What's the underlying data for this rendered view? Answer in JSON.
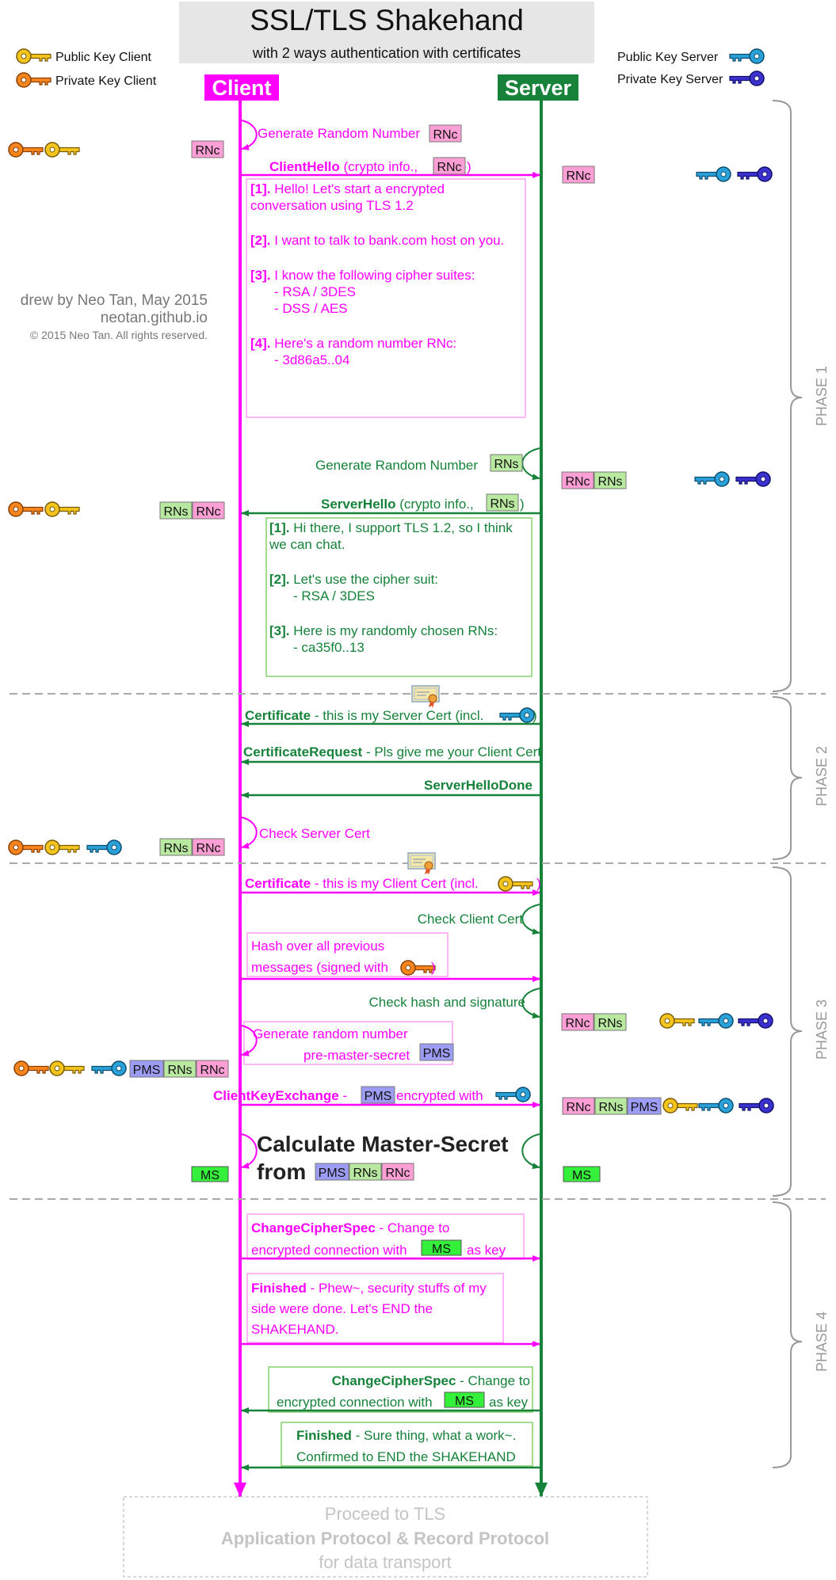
{
  "header": {
    "title": "SSL/TLS Shakehand",
    "subtitle": "with 2 ways authentication with certificates"
  },
  "legend": {
    "client_public": "Public Key Client",
    "client_private": "Private Key Client",
    "server_public": "Public Key Server",
    "server_private": "Private Key Server"
  },
  "actors": {
    "client": "Client",
    "server": "Server"
  },
  "credit": {
    "author": "drew by Neo Tan, May 2015",
    "site": "neotan.github.io",
    "copyright": "© 2015 Neo Tan. All rights reserved."
  },
  "phases": [
    "PHASE 1",
    "PHASE 2",
    "PHASE 3",
    "PHASE 4"
  ],
  "tokens": {
    "rnc": "RNc",
    "rns": "RNs",
    "pms": "PMS",
    "ms": "MS"
  },
  "colors": {
    "client": "#ff00ff",
    "server": "#16823a",
    "rnc_fill": "#ff9fd6",
    "rns_fill": "#b9e9a1",
    "pms_fill": "#9d9cf4",
    "ms_fill": "#35f03a",
    "key_yellow": "#f5c51f",
    "key_orange": "#f7861e",
    "key_lightblue": "#2aa1d8",
    "key_darkblue": "#3b31cf"
  },
  "phase1": {
    "gen_rnc": "Generate Random Number",
    "client_hello_name": "ClientHello",
    "client_hello_rest": " (crypto info.,",
    "close_paren": ")",
    "hello_note": [
      {
        "num": "[1].",
        "text": " Hello! Let's start a encrypted"
      },
      {
        "num": "",
        "text": "conversation using TLS 1.2"
      },
      {
        "num": "[2].",
        "text": " I want to talk to bank.com host on you."
      },
      {
        "num": "[3].",
        "text": " I know the following cipher suites:"
      },
      {
        "num": "",
        "text": "- RSA / 3DES"
      },
      {
        "num": "",
        "text": "- DSS / AES"
      },
      {
        "num": "[4].",
        "text": " Here's a random number RNc:"
      },
      {
        "num": "",
        "text": "- 3d86a5..04"
      }
    ],
    "gen_rns": "Generate Random Number",
    "server_hello_name": "ServerHello",
    "server_hello_rest": " (crypto info.,",
    "server_note": [
      {
        "num": "[1].",
        "text": " Hi there, I support TLS 1.2, so I think"
      },
      {
        "num": "",
        "text": "we can chat."
      },
      {
        "num": "[2].",
        "text": " Let's use the cipher suit:"
      },
      {
        "num": "",
        "text": "- RSA / 3DES"
      },
      {
        "num": "[3].",
        "text": " Here is my randomly chosen RNs:"
      },
      {
        "num": "",
        "text": "- ca35f0..13"
      }
    ]
  },
  "phase2": {
    "cert_name": "Certificate",
    "cert_rest": " - this is my Server Cert (incl.",
    "cert_req_name": "CertificateRequest",
    "cert_req_rest": " - Pls give me your Client Cert",
    "hello_done": "ServerHelloDone",
    "check_server_cert": "Check Server Cert"
  },
  "phase3": {
    "client_cert_name": "Certificate",
    "client_cert_rest": " - this is my Client Cert (incl.",
    "check_client_cert": "Check Client Cert",
    "hash_line1": "Hash over all previous",
    "hash_line2": "messages (signed with",
    "check_hash": "Check hash and signature",
    "gen_pms_line1": "Generate random number",
    "gen_pms_line2": "pre-master-secret",
    "cke_name": "ClientKeyExchange",
    "cke_mid": " - ",
    "cke_rest": " encrypted with",
    "calc_line1": "Calculate Master-Secret",
    "calc_from": "from"
  },
  "phase4": {
    "ccs_name": "ChangeCipherSpec",
    "ccs_rest": " - Change to",
    "ccs_line2": "encrypted connection with",
    "ccs_suffix": "as key",
    "fin_name": "Finished",
    "fin_rest": " - Phew~, security stuffs of my",
    "fin_line2": "side were done. Let's END the",
    "fin_line3": "SHAKEHAND.",
    "sccs_name": "ChangeCipherSpec",
    "sccs_rest": " - Change to",
    "sccs_line2": "encrypted connection with",
    "sccs_suffix": "as key",
    "sfin_name": "Finished",
    "sfin_rest": " - Sure thing, what a work~.",
    "sfin_line2": "Confirmed to END the SHAKEHAND"
  },
  "footer": {
    "line1": "Proceed to TLS",
    "line2": "Application Protocol & Record Protocol",
    "line3": "for data transport"
  }
}
